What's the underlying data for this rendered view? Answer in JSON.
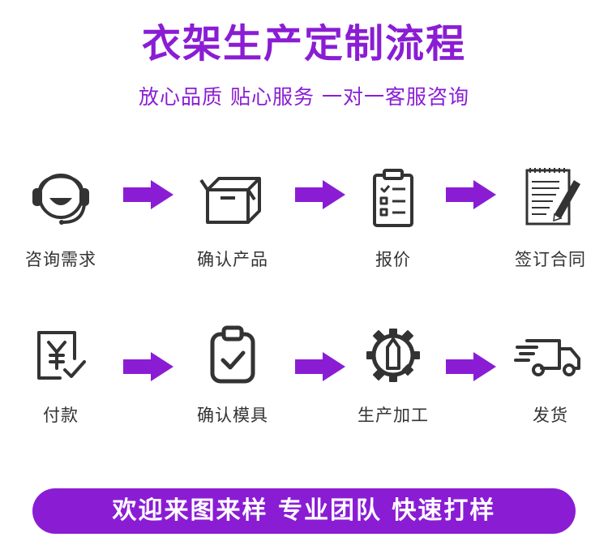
{
  "header": {
    "title": "衣架生产定制流程",
    "subtitle": "放心品质 贴心服务 一对一客服咨询"
  },
  "colors": {
    "accent": "#8a1dd4",
    "icon": "#333333",
    "text": "#333333"
  },
  "steps": [
    {
      "label": "咨询需求",
      "icon": "headset-icon"
    },
    {
      "label": "确认产品",
      "icon": "box-icon"
    },
    {
      "label": "报价",
      "icon": "clipboard-checklist-icon"
    },
    {
      "label": "签订合同",
      "icon": "contract-pen-icon"
    },
    {
      "label": "付款",
      "icon": "yen-receipt-icon"
    },
    {
      "label": "确认模具",
      "icon": "clipboard-check-icon"
    },
    {
      "label": "生产加工",
      "icon": "gear-pen-icon"
    },
    {
      "label": "发货",
      "icon": "delivery-truck-icon"
    }
  ],
  "banner": {
    "text": "欢迎来图来样 专业团队 快速打样"
  }
}
